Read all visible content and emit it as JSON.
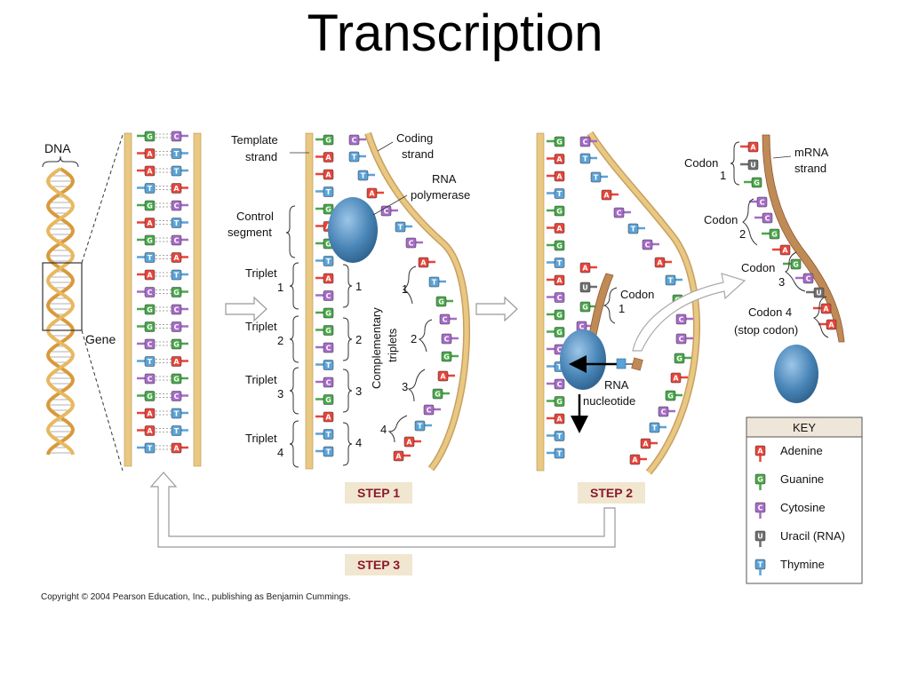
{
  "title": "Transcription",
  "copyright": "Copyright © 2004 Pearson Education, Inc., publishing as Benjamin Cummings.",
  "labels": {
    "dna": "DNA",
    "gene": "Gene",
    "template_strand": [
      "Template",
      "strand"
    ],
    "coding_strand": [
      "Coding",
      "strand"
    ],
    "rna_polymerase": [
      "RNA",
      "polymerase"
    ],
    "control_segment": [
      "Control",
      "segment"
    ],
    "triplet_1": [
      "Triplet",
      "1"
    ],
    "triplet_2": [
      "Triplet",
      "2"
    ],
    "triplet_3": [
      "Triplet",
      "3"
    ],
    "triplet_4": [
      "Triplet",
      "4"
    ],
    "complementary_triplets": [
      "Complementary",
      "triplets"
    ],
    "num_1": "1",
    "num_2": "2",
    "num_3": "3",
    "num_4": "4",
    "codon_1_step2": [
      "Codon",
      "1"
    ],
    "rna_nucleotide": [
      "RNA",
      "nucleotide"
    ],
    "codon_1": [
      "Codon",
      "1"
    ],
    "codon_2": [
      "Codon",
      "2"
    ],
    "codon_3": [
      "Codon",
      "3"
    ],
    "codon_4": [
      "Codon 4",
      "(stop codon)"
    ],
    "mrna_strand": [
      "mRNA",
      "strand"
    ]
  },
  "steps": {
    "step1": "STEP 1",
    "step2": "STEP 2",
    "step3": "STEP 3"
  },
  "key": {
    "title": "KEY",
    "items": [
      {
        "letter": "A",
        "name": "Adenine",
        "color": "#e8443a"
      },
      {
        "letter": "G",
        "name": "Guanine",
        "color": "#4aa84a"
      },
      {
        "letter": "C",
        "name": "Cytosine",
        "color": "#a66cc8"
      },
      {
        "letter": "U",
        "name": "Uracil (RNA)",
        "color": "#6e6e6e"
      },
      {
        "letter": "T",
        "name": "Thymine",
        "color": "#5aa3d8"
      }
    ]
  },
  "colors": {
    "backbone": "#e8c882",
    "mrna": "#c08a56",
    "polymerase": "#4a86b8",
    "step_text": "#8b1a2a"
  },
  "dna_sequence_template": [
    "G",
    "A",
    "A",
    "T",
    "G",
    "A",
    "G",
    "T",
    "A",
    "C",
    "G",
    "G",
    "C",
    "T",
    "C",
    "G",
    "A",
    "A",
    "T"
  ],
  "dna_sequence_coding": [
    "C",
    "T",
    "T",
    "A",
    "C",
    "T",
    "C",
    "A",
    "T",
    "G",
    "C",
    "C",
    "G",
    "A",
    "G",
    "C",
    "T",
    "T",
    "A"
  ],
  "step1_template": [
    "G",
    "A",
    "A",
    "T",
    "G",
    "A",
    "G",
    "T",
    "A",
    "C",
    "G",
    "G",
    "C",
    "T",
    "C",
    "G",
    "A",
    "T",
    "T"
  ],
  "step1_coding": [
    "C",
    "T",
    "T",
    "A",
    "C",
    "T",
    "C",
    "A",
    "T",
    "G",
    "C",
    "C",
    "G",
    "A",
    "G",
    "C",
    "T",
    "A",
    "A"
  ]
}
